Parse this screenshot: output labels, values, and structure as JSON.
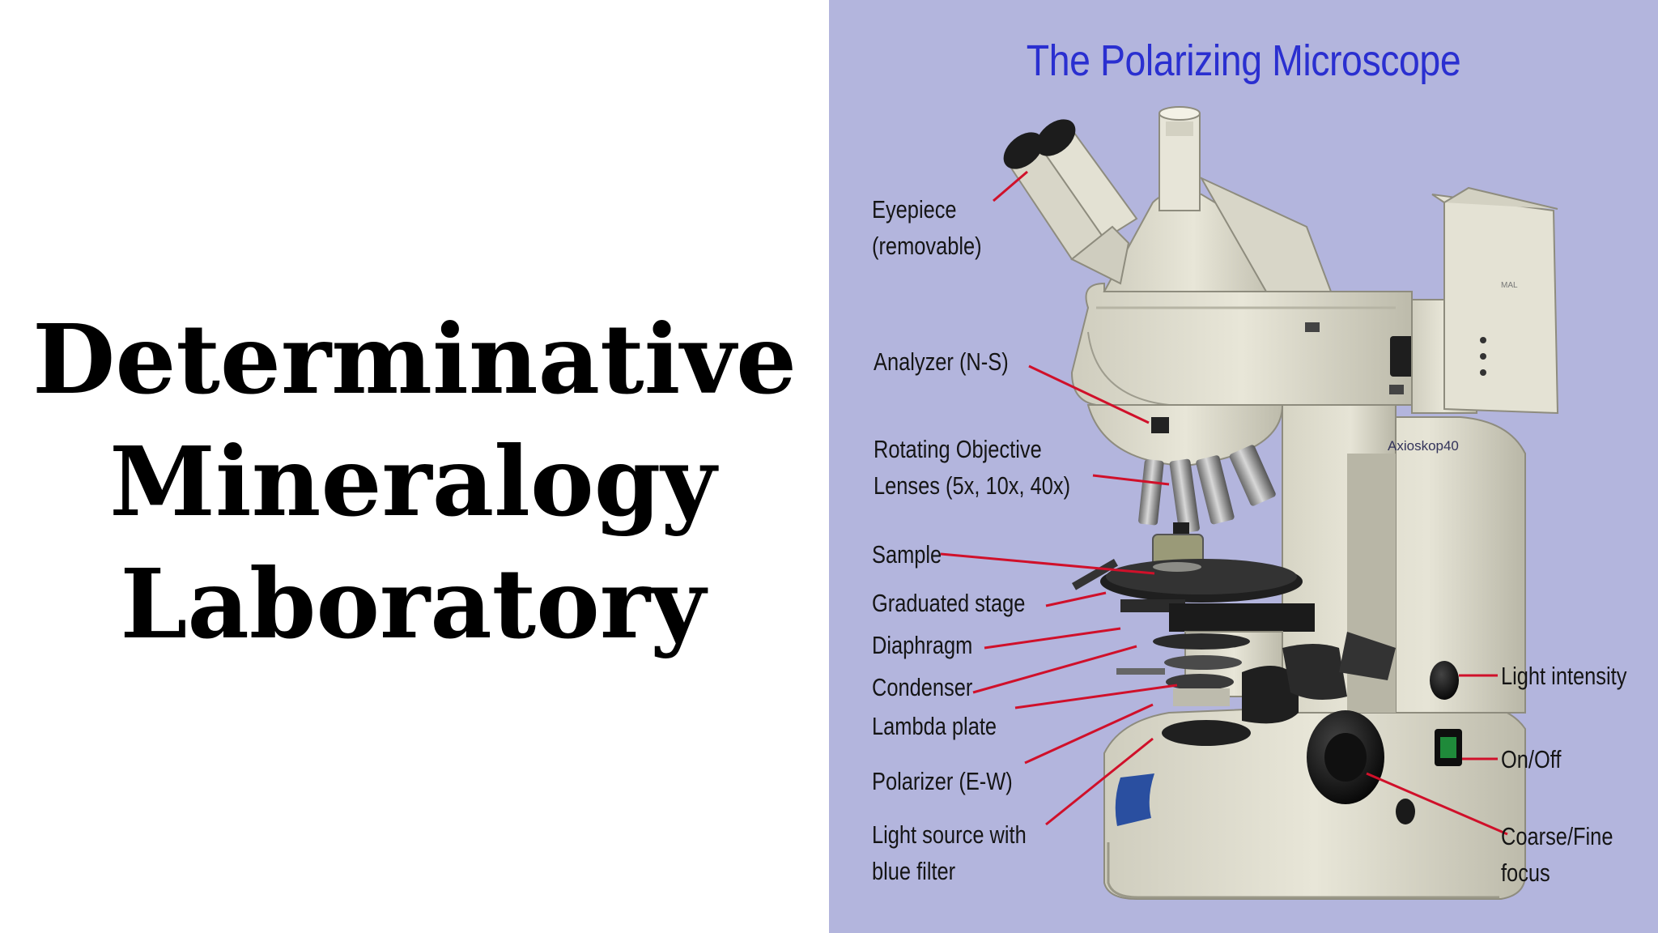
{
  "slide": {
    "title_lines": [
      "Determinative",
      "Mineralogy",
      "Laboratory"
    ]
  },
  "figure": {
    "title": "The Polarizing Microscope",
    "background_color": "#b3b5dd",
    "title_color": "#2a2fd0",
    "leader_line_color": "#d0102a",
    "body_text": "Axioskop40",
    "labels": {
      "eyepiece": [
        "Eyepiece",
        "(removable)"
      ],
      "analyzer": "Analyzer (N-S)",
      "objectives": [
        "Rotating Objective",
        "Lenses (5x, 10x, 40x)"
      ],
      "sample": "Sample",
      "stage": "Graduated stage",
      "diaphragm": "Diaphragm",
      "condenser": "Condenser",
      "lambda_plate": "Lambda plate",
      "polarizer": "Polarizer (E-W)",
      "light_source": [
        "Light source with",
        "blue filter"
      ],
      "light_intensity": "Light intensity",
      "on_off": "On/Off",
      "focus": [
        "Coarse/Fine",
        "focus"
      ]
    }
  }
}
